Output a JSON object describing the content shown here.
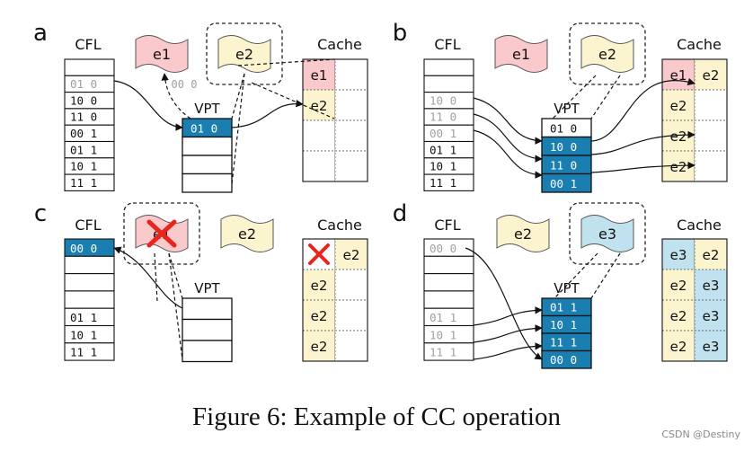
{
  "caption": "Figure 6: Example of CC operation",
  "watermark": "CSDN @Destiny",
  "colors": {
    "highlight_blue": "#1a7fb0",
    "e1_fill": "#f9c9cc",
    "e2_fill": "#fbf4cf",
    "e3_fill": "#bfe2ee",
    "cross_red": "#e8251c",
    "dim_text": "#a0a0a0"
  },
  "panels": {
    "a": {
      "letter": "a",
      "cfl_label": "CFL",
      "vpt_label": "VPT",
      "cache_label": "Cache",
      "cfl_rows": [
        "",
        "01 0",
        "10 0",
        "11 0",
        "00 1",
        "01 1",
        "10 1",
        "11 1"
      ],
      "cfl_dim": [
        false,
        true,
        false,
        false,
        false,
        false,
        false,
        false
      ],
      "vpt_rows": [
        "01 0",
        "",
        "",
        ""
      ],
      "vpt_hl": [
        true,
        false,
        false,
        false
      ],
      "cache": [
        [
          "e1",
          ""
        ],
        [
          "e2",
          ""
        ],
        [
          "",
          ""
        ],
        [
          "",
          ""
        ]
      ],
      "flags": [
        {
          "label": "e1",
          "color": "e1"
        },
        {
          "label": "e2",
          "color": "e2",
          "boxed": true
        }
      ],
      "moving_label": "00 0"
    },
    "b": {
      "letter": "b",
      "cfl_label": "CFL",
      "vpt_label": "VPT",
      "cache_label": "Cache",
      "cfl_rows": [
        "",
        "",
        "10 0",
        "11 0",
        "00 1",
        "01 1",
        "10 1",
        "11 1"
      ],
      "cfl_dim": [
        false,
        false,
        true,
        true,
        true,
        false,
        false,
        false
      ],
      "vpt_rows": [
        "01 0",
        "10 0",
        "11 0",
        "00 1"
      ],
      "vpt_hl": [
        false,
        true,
        true,
        true
      ],
      "cache": [
        [
          "e1",
          "e2"
        ],
        [
          "e2",
          ""
        ],
        [
          "e2",
          ""
        ],
        [
          "e2",
          ""
        ]
      ],
      "flags": [
        {
          "label": "e1",
          "color": "e1"
        },
        {
          "label": "e2",
          "color": "e2",
          "boxed": true
        }
      ]
    },
    "c": {
      "letter": "c",
      "cfl_label": "CFL",
      "vpt_label": "VPT",
      "cache_label": "Cache",
      "cfl_rows": [
        "00 0",
        "",
        "",
        "",
        "01 1",
        "10 1",
        "11 1"
      ],
      "cfl_hl": [
        true,
        false,
        false,
        false,
        false,
        false,
        false
      ],
      "vpt_rows": [
        "",
        "",
        ""
      ],
      "cache": [
        [
          "X",
          "e2"
        ],
        [
          "e2",
          ""
        ],
        [
          "e2",
          ""
        ],
        [
          "e2",
          ""
        ]
      ],
      "flags": [
        {
          "label": "e1",
          "color": "e1",
          "boxed": true,
          "crossed": true
        },
        {
          "label": "e2",
          "color": "e2"
        }
      ]
    },
    "d": {
      "letter": "d",
      "cfl_label": "CFL",
      "vpt_label": "VPT",
      "cache_label": "Cache",
      "cfl_rows": [
        "00 0",
        "",
        "",
        "",
        "01 1",
        "10 1",
        "11 1"
      ],
      "cfl_dim": [
        true,
        false,
        false,
        false,
        true,
        true,
        true
      ],
      "vpt_rows": [
        "01 1",
        "10 1",
        "11 1",
        "00 0"
      ],
      "vpt_hl": [
        true,
        true,
        true,
        true
      ],
      "cache": [
        [
          "e3",
          "e2"
        ],
        [
          "e2",
          "e3"
        ],
        [
          "e2",
          "e3"
        ],
        [
          "e2",
          "e3"
        ]
      ],
      "flags": [
        {
          "label": "e2",
          "color": "e2"
        },
        {
          "label": "e3",
          "color": "e3",
          "boxed": true
        }
      ]
    }
  }
}
